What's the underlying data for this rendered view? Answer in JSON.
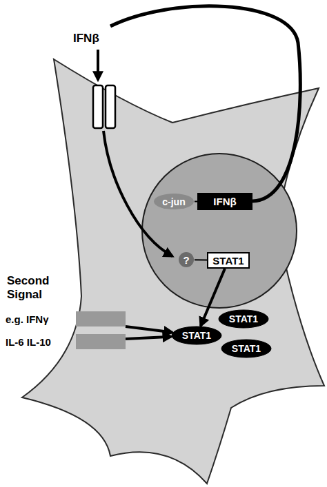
{
  "diagram": {
    "nodes": [
      {
        "text": [
          "c-jun"
        ]
      },
      {
        "text": [
          "IFNβ"
        ]
      },
      {
        "text": [
          "?"
        ]
      },
      {
        "text": [
          "STAT1"
        ]
      },
      {
        "text": [
          "e.g. IFNγ"
        ]
      },
      {
        "text": [
          "IL-6 IL-10"
        ]
      },
      {
        "text": [
          "STAT1"
        ]
      },
      {
        "text": [
          "STAT1"
        ]
      },
      {
        "text": [
          "STAT1"
        ]
      }
    ],
    "edges": [
      {
        "from": 0,
        "to": 1,
        "arrow": "none"
      },
      {
        "from": 2,
        "to": 3,
        "arrow": "none"
      },
      {
        "from": 3,
        "to": 6,
        "arrow": "to"
      },
      {
        "from": 4,
        "to": 6,
        "arrow": "to"
      },
      {
        "from": 5,
        "to": 6,
        "arrow": "to"
      }
    ],
    "labels": [
      "IFNβ",
      "Second Signal"
    ]
  }
}
